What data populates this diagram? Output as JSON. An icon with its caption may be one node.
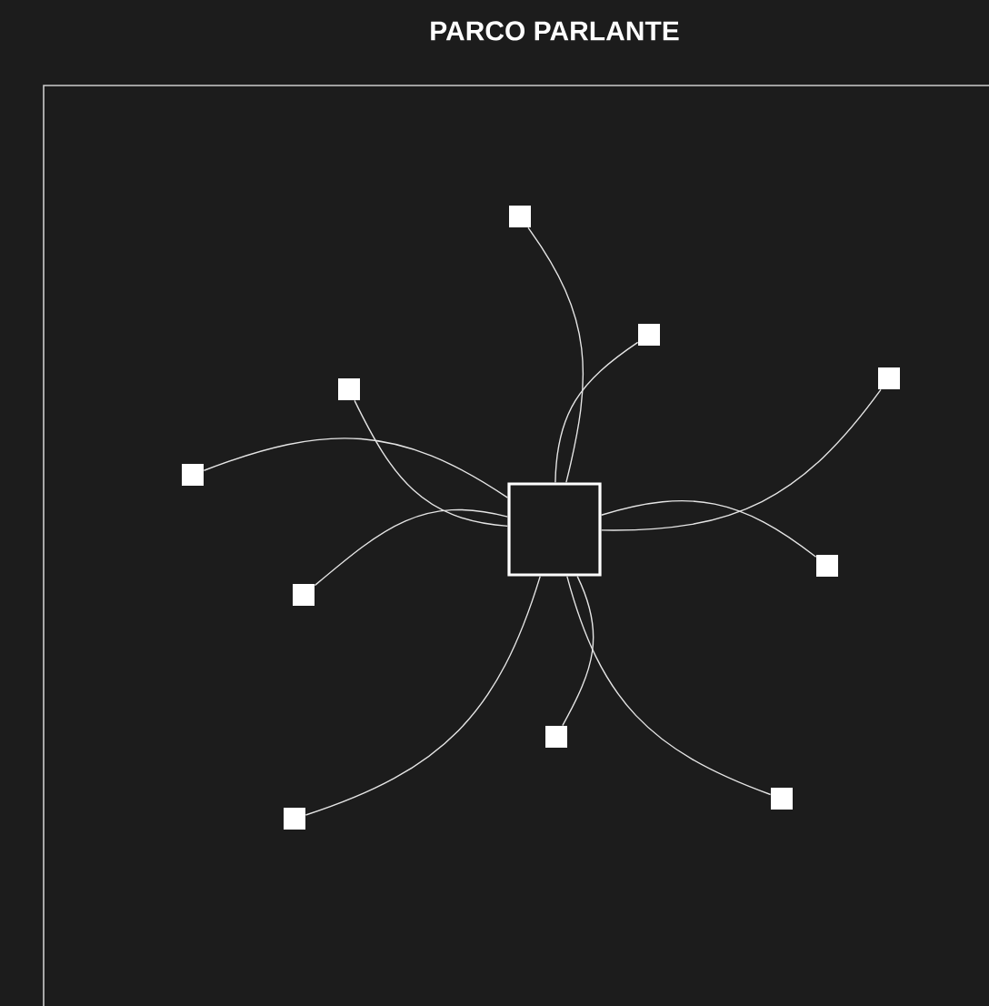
{
  "diagram": {
    "title": "PARCO PARLANTE",
    "nodes": [
      {
        "text": [],
        "shape": "box"
      },
      {
        "text": [],
        "shape": "box"
      },
      {
        "text": [],
        "shape": "box"
      },
      {
        "text": [],
        "shape": "box"
      },
      {
        "text": [],
        "shape": "box"
      },
      {
        "text": [],
        "shape": "box"
      },
      {
        "text": [],
        "shape": "box"
      },
      {
        "text": [],
        "shape": "box"
      },
      {
        "text": [],
        "shape": "box"
      },
      {
        "text": [],
        "shape": "box"
      },
      {
        "text": [],
        "shape": "box"
      }
    ],
    "edges": [
      {
        "from": 0,
        "to": 1,
        "arrow": "none"
      },
      {
        "from": 0,
        "to": 2,
        "arrow": "none"
      },
      {
        "from": 0,
        "to": 3,
        "arrow": "none"
      },
      {
        "from": 0,
        "to": 4,
        "arrow": "none"
      },
      {
        "from": 0,
        "to": 5,
        "arrow": "none"
      },
      {
        "from": 0,
        "to": 6,
        "arrow": "none"
      },
      {
        "from": 0,
        "to": 7,
        "arrow": "none"
      },
      {
        "from": 0,
        "to": 8,
        "arrow": "none"
      },
      {
        "from": 0,
        "to": 9,
        "arrow": "none"
      },
      {
        "from": 0,
        "to": 10,
        "arrow": "none"
      }
    ]
  }
}
